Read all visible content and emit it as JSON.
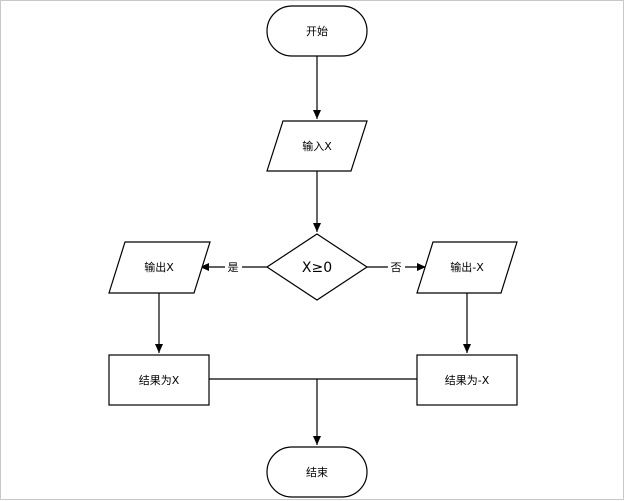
{
  "diagram": {
    "nodes": {
      "start": "开始",
      "input": "输入X",
      "decision": "X≥0",
      "output_left": "输出X",
      "output_right": "输出-X",
      "result_left": "结果为X",
      "result_right": "结果为-X",
      "end": "结束"
    },
    "edges": {
      "yes": "是",
      "no": "否"
    }
  }
}
